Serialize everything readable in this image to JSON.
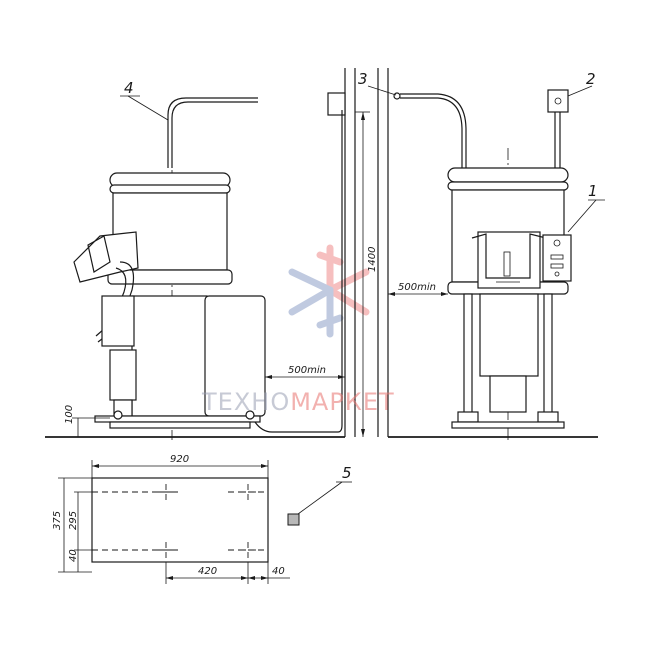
{
  "callouts": [
    "1",
    "2",
    "3",
    "4",
    "5"
  ],
  "dimensions": {
    "height_1400": "1400",
    "height_100": "100",
    "clearance_left": "500min",
    "clearance_right": "500min",
    "plan_width": "920",
    "plan_depth": "375",
    "plan_inner": "295",
    "plan_offset_y": "40",
    "plan_spacing": "420",
    "plan_offset_x": "40"
  },
  "watermark": {
    "part1": "ТЕХНО",
    "part2": "МАРКЕТ",
    "color_gray": "#9aa0b4",
    "color_red": "#e8736e"
  },
  "colors": {
    "ink": "#1a1a1a",
    "snow_red": "#f08c8c",
    "snow_blue": "#8ea0c8"
  }
}
